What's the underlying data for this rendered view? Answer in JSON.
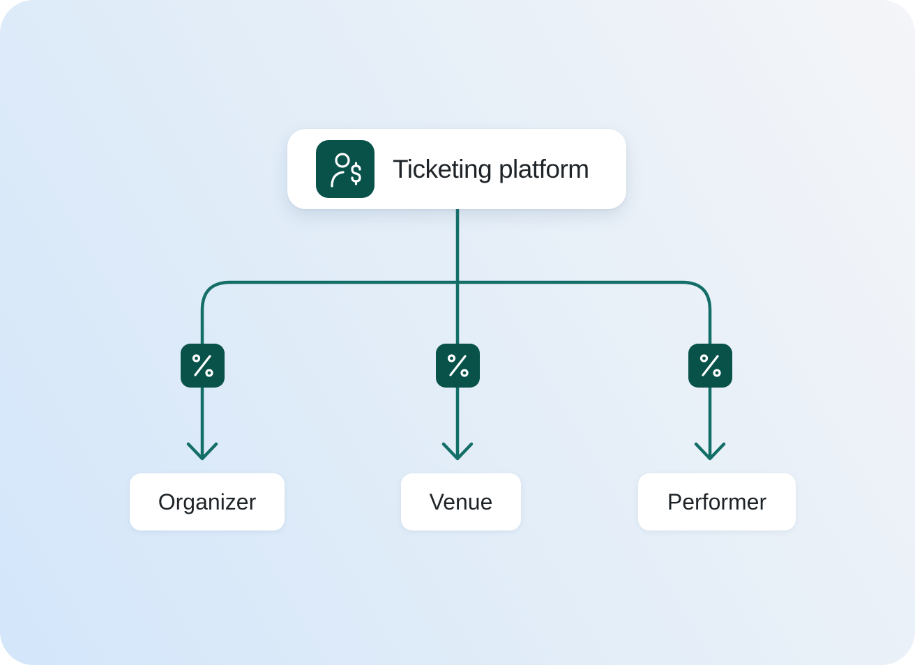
{
  "root": {
    "label": "Ticketing platform",
    "icon": "user-dollar-icon"
  },
  "branches": [
    {
      "label": "Organizer",
      "badge_icon": "percent-icon"
    },
    {
      "label": "Venue",
      "badge_icon": "percent-icon"
    },
    {
      "label": "Performer",
      "badge_icon": "percent-icon"
    }
  ],
  "colors": {
    "accent": "#08524a",
    "connector": "#136e68",
    "card": "#ffffff",
    "text": "#1e2328"
  }
}
